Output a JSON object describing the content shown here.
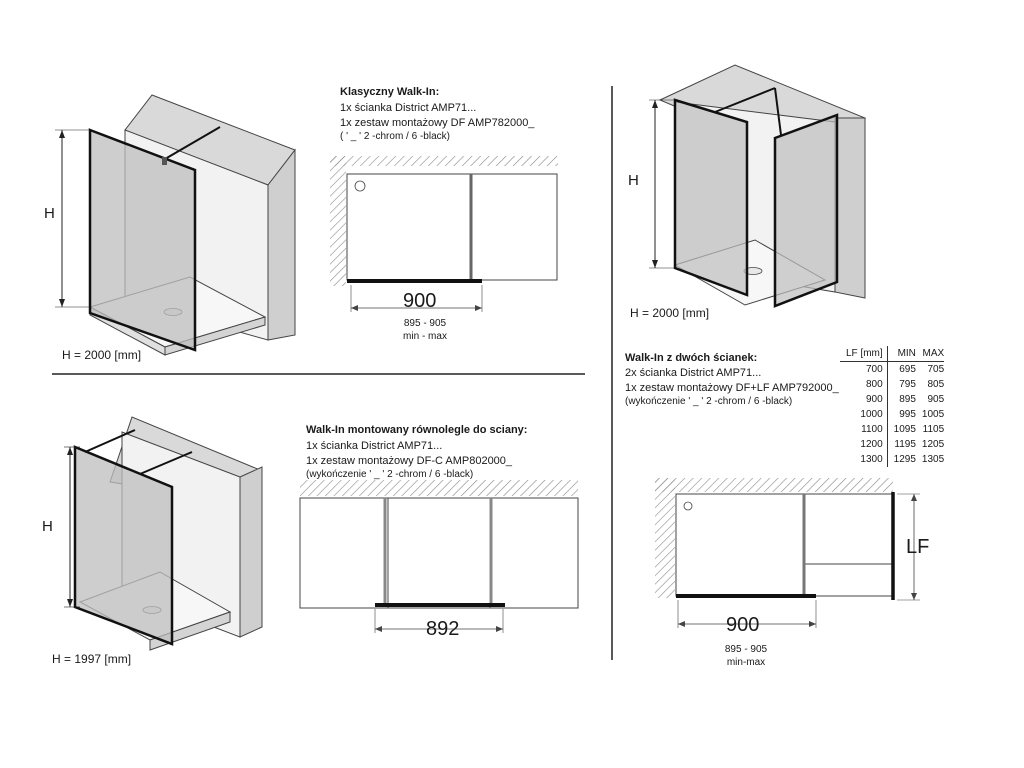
{
  "section1": {
    "title": "Klasyczny Walk-In:",
    "lines": [
      "1x ścianka District AMP71...",
      "1x zestaw montażowy DF AMP782000_",
      "( ' _ ' 2 -chrom / 6 -black)"
    ],
    "h_label": "H",
    "h_caption": "H = 2000 [mm]",
    "width": "900",
    "range": "895 - 905",
    "range_note": "min - max"
  },
  "section2": {
    "title": "Walk-In montowany równolegle do sciany:",
    "lines": [
      "1x ścianka District AMP71...",
      "1x zestaw montażowy DF-C AMP802000_",
      "(wykończenie ' _ ' 2 -chrom / 6 -black)"
    ],
    "h_label": "H",
    "h_caption": "H = 1997 [mm]",
    "width": "892"
  },
  "section3": {
    "title": "Walk-In z dwóch ścianek:",
    "lines": [
      "2x ścianka District AMP71...",
      "1x zestaw montażowy DF+LF AMP792000_",
      "(wykończenie ' _ ' 2 -chrom / 6 -black)"
    ],
    "h_label": "H",
    "h_caption": "H = 2000 [mm]",
    "lf_label": "LF",
    "width": "900",
    "range": "895 - 905",
    "range_note": "min-max",
    "table": {
      "headers": [
        "LF [mm]",
        "MIN",
        "MAX"
      ],
      "rows": [
        [
          "700",
          "695",
          "705"
        ],
        [
          "800",
          "795",
          "805"
        ],
        [
          "900",
          "895",
          "905"
        ],
        [
          "1000",
          "995",
          "1005"
        ],
        [
          "1100",
          "1095",
          "1105"
        ],
        [
          "1200",
          "1195",
          "1205"
        ],
        [
          "1300",
          "1295",
          "1305"
        ]
      ]
    }
  }
}
